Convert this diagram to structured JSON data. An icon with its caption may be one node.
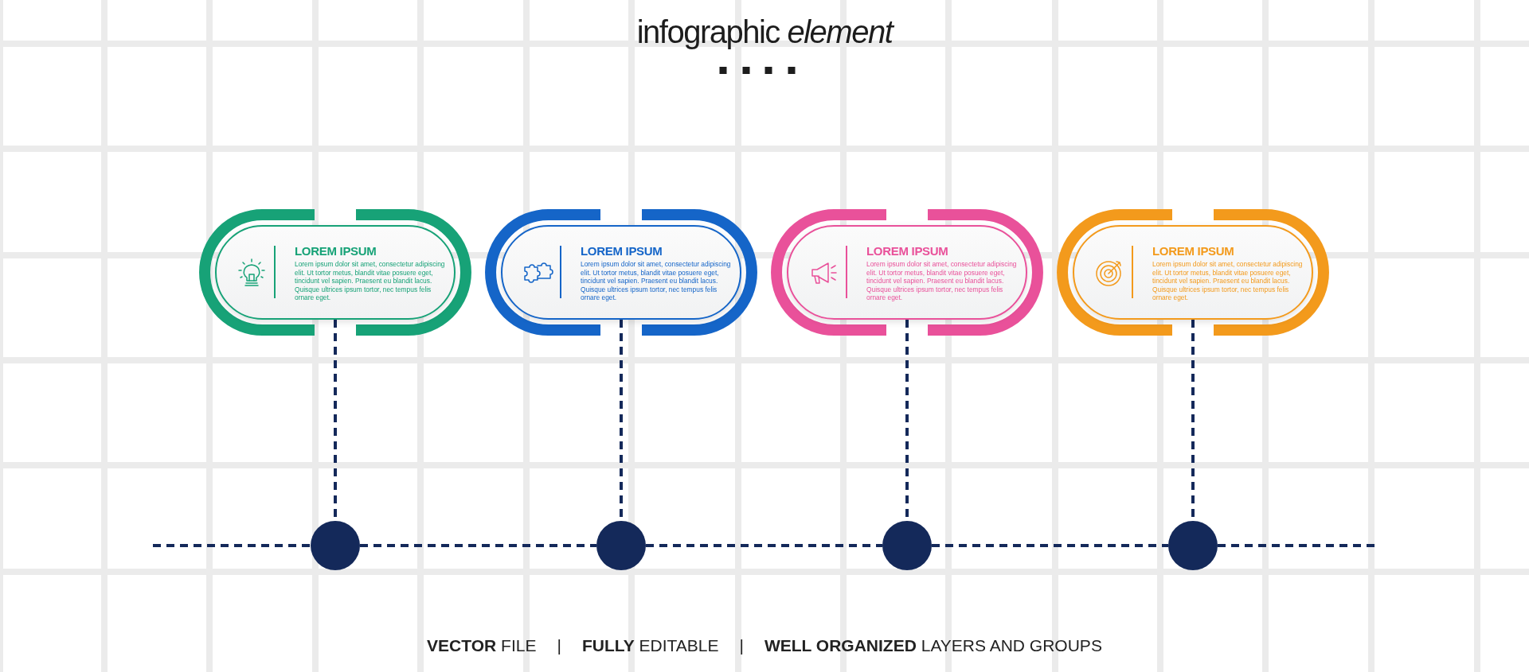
{
  "diagram": {
    "title": "infographic *element*",
    "nodes": [
      {
        "text": [
          "LOREM IPSUM",
          "Lorem ipsum dolor sit amet, consectetur adipiscing elit. Ut tortor metus, blandit vitae posuere eget, tincidunt vel sapien. Praesent eu blandit lacus. Quisque ultrices ipsum tortor, nec tempus felis ornare eget."
        ]
      },
      {
        "text": [
          "LOREM IPSUM",
          "Lorem ipsum dolor sit amet, consectetur adipiscing elit. Ut tortor metus, blandit vitae posuere eget, tincidunt vel sapien. Praesent eu blandit lacus. Quisque ultrices ipsum tortor, nec tempus felis ornare eget."
        ]
      },
      {
        "text": [
          "LOREM IPSUM",
          "Lorem ipsum dolor sit amet, consectetur adipiscing elit. Ut tortor metus, blandit vitae posuere eget, tincidunt vel sapien. Praesent eu blandit lacus. Quisque ultrices ipsum tortor, nec tempus felis ornare eget."
        ]
      },
      {
        "text": [
          "LOREM IPSUM",
          "Lorem ipsum dolor sit amet, consectetur adipiscing elit. Ut tortor metus, blandit vitae posuere eget, tincidunt vel sapien. Praesent eu blandit lacus. Quisque ultrices ipsum tortor, nec tempus felis ornare eget."
        ]
      },
      {
        "text": [],
        "shape": "circle"
      },
      {
        "text": [],
        "shape": "circle"
      },
      {
        "text": [],
        "shape": "circle"
      },
      {
        "text": [],
        "shape": "circle"
      }
    ],
    "edges": [
      {
        "from": 0,
        "to": 4,
        "arrow": "none",
        "style": "dashed"
      },
      {
        "from": 1,
        "to": 5,
        "arrow": "none",
        "style": "dashed"
      },
      {
        "from": 2,
        "to": 6,
        "arrow": "none",
        "style": "dashed"
      },
      {
        "from": 3,
        "to": 7,
        "arrow": "none",
        "style": "dashed"
      },
      {
        "from": null,
        "to": 4,
        "arrow": "none",
        "style": "dashed"
      },
      {
        "from": 4,
        "to": 5,
        "arrow": "none",
        "style": "dashed"
      },
      {
        "from": 5,
        "to": 6,
        "arrow": "none",
        "style": "dashed"
      },
      {
        "from": 6,
        "to": 7,
        "arrow": "none",
        "style": "dashed"
      },
      {
        "from": 7,
        "to": null,
        "arrow": "none",
        "style": "dashed"
      }
    ],
    "labels": [
      "**VECTOR** FILE",
      "|",
      "**FULLY** EDITABLE",
      "|",
      "**WELL ORGANIZED** LAYERS AND GROUPS"
    ]
  }
}
